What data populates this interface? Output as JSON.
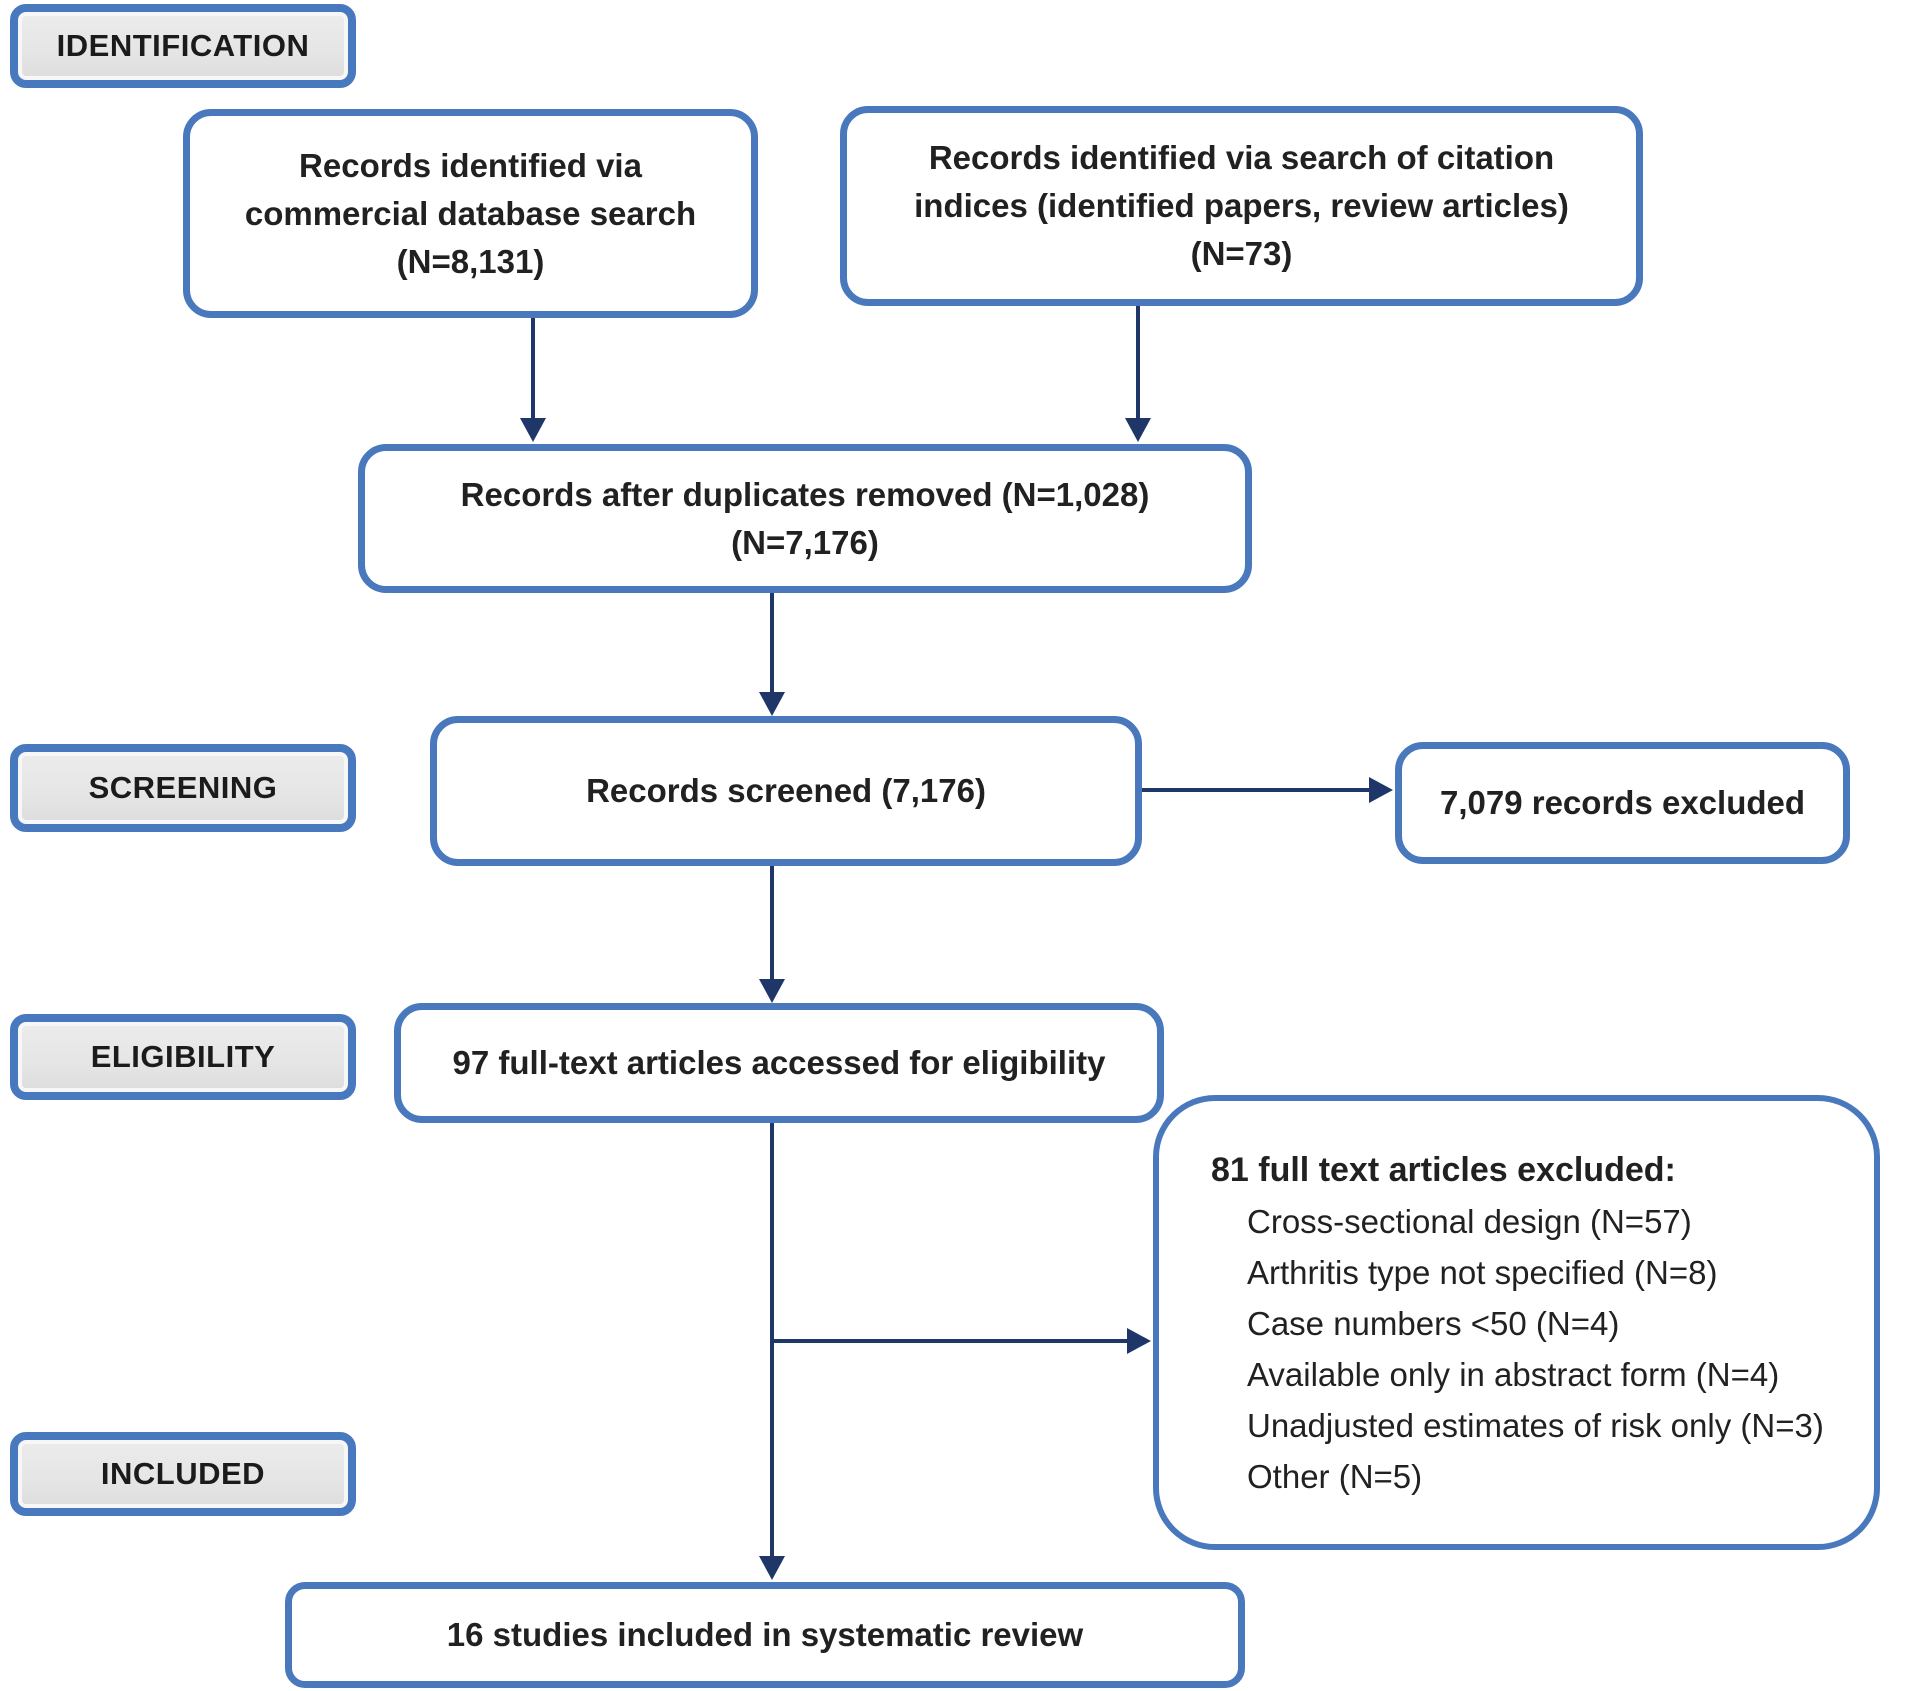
{
  "stages": {
    "identification": "IDENTIFICATION",
    "screening": "SCREENING",
    "eligibility": "ELIGIBILITY",
    "included": "INCLUDED"
  },
  "boxes": {
    "records_db": {
      "lines": [
        "Records identified via",
        "commercial database search",
        "(N=8,131)"
      ]
    },
    "records_citation": {
      "lines": [
        "Records identified via search of citation",
        "indices (identified papers, review articles)",
        "(N=73)"
      ]
    },
    "after_duplicates": {
      "lines": [
        "Records after duplicates removed (N=1,028)",
        "(N=7,176)"
      ]
    },
    "screened": {
      "label": "Records screened (7,176)"
    },
    "records_excluded": {
      "label": "7,079 records excluded"
    },
    "fulltext_assessed": {
      "label": "97 full-text articles accessed for eligibility"
    },
    "fulltext_excluded": {
      "heading": "81 full text articles excluded:",
      "items": [
        "Cross-sectional design (N=57)",
        "Arthritis type not specified (N=8)",
        "Case numbers <50 (N=4)",
        "Available only in abstract form (N=4)",
        "Unadjusted estimates of risk only (N=3)",
        "Other (N=5)"
      ]
    },
    "included_review": {
      "label": "16 studies included in systematic review"
    }
  },
  "colors": {
    "box_border_blue": "#4A78BD",
    "arrow_navy": "#1F3768",
    "stage_label_fill": "#E7E7E7",
    "text": "#212121"
  }
}
